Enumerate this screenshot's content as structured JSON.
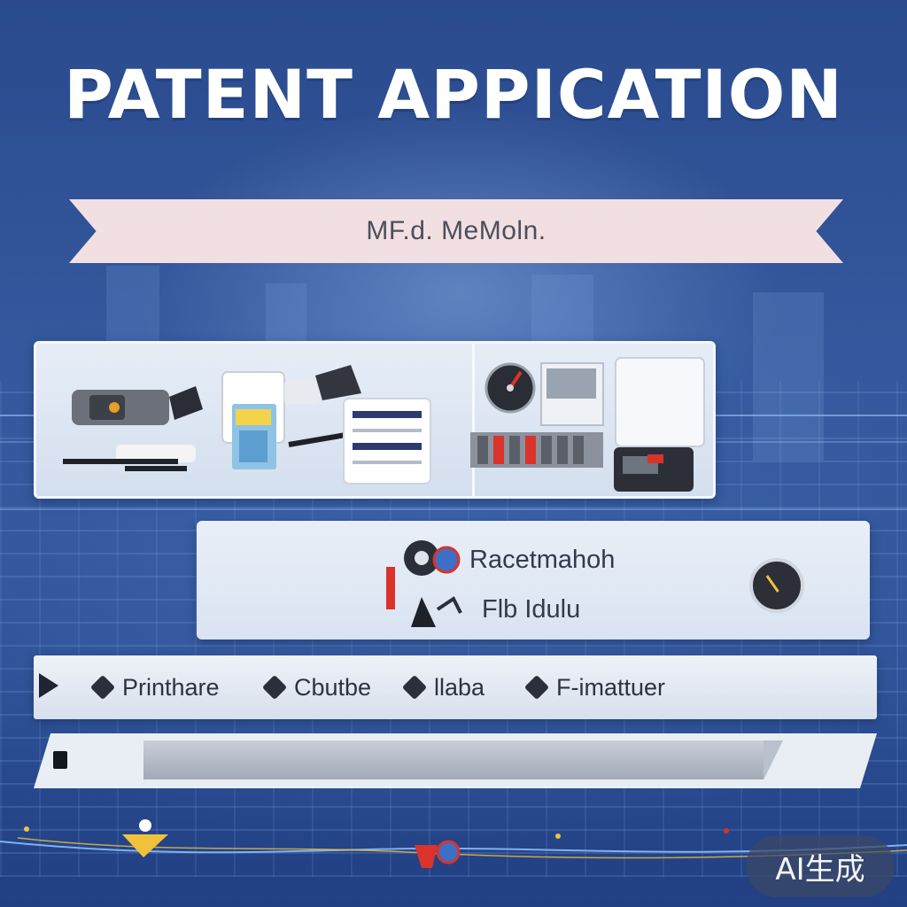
{
  "title": "PATENT APPICATION",
  "ribbon": {
    "text": "MF.d. MeMoln."
  },
  "image_panel": {
    "items": [
      {
        "icon": "power-drill-icon"
      },
      {
        "icon": "handheld-scanner-icon"
      },
      {
        "icon": "document-printer-icon"
      },
      {
        "icon": "white-device-icon"
      },
      {
        "icon": "pressure-gauge-icon"
      },
      {
        "icon": "rack-equipment-icon"
      },
      {
        "icon": "control-box-icon"
      }
    ]
  },
  "info_panel": {
    "line1": "Racetmahoh",
    "line2": "Flb Idulu",
    "gauge_icon": "gauge-icon"
  },
  "tabs": [
    {
      "label": "Printhare"
    },
    {
      "label": "Cbutbe"
    },
    {
      "label": "llaba"
    },
    {
      "label": "F-imattuer"
    }
  ],
  "progress": {
    "fraction": 0.97
  },
  "watermark": {
    "text": "AI生成"
  },
  "colors": {
    "background": "#2c4f93",
    "title": "#ffffff",
    "ribbon": "#f2dfe2",
    "panel": "#e6edf7",
    "accent_red": "#d9332b",
    "accent_yellow": "#f0c23b"
  }
}
